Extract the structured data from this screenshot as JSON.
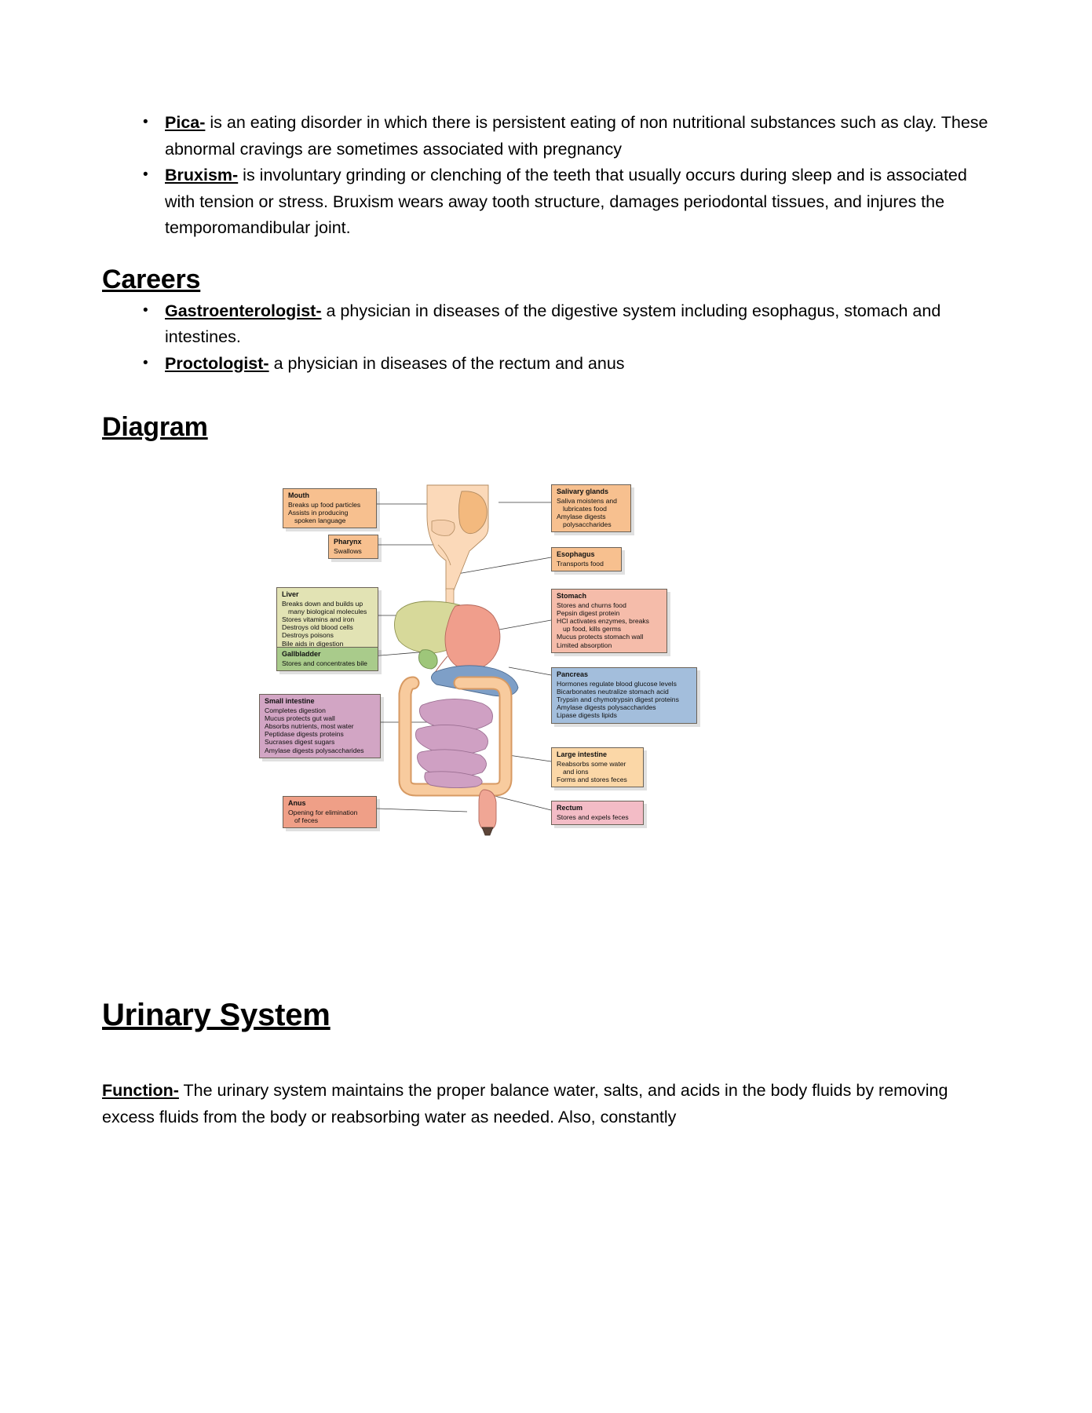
{
  "notes": {
    "bullets": [
      {
        "term": "Pica-",
        "text": " is an eating disorder in which there is persistent eating of non nutritional substances such as clay. These abnormal cravings are sometimes associated with pregnancy"
      },
      {
        "term": "Bruxism-",
        "text": " is involuntary grinding or clenching of the teeth that usually occurs during sleep and is associated with tension or stress. Bruxism wears away tooth structure, damages periodontal tissues, and injures the temporomandibular joint."
      }
    ]
  },
  "careers": {
    "heading": "Careers",
    "bullets": [
      {
        "term": "Gastroenterologist-",
        "text": " a physician in diseases of the digestive system including esophagus, stomach and intestines."
      },
      {
        "term": "Proctologist-",
        "text": " a physician in diseases of the rectum and anus"
      }
    ]
  },
  "diagram_section": {
    "heading": "Diagram"
  },
  "diagram": {
    "callouts": [
      {
        "id": "mouth",
        "title": "Mouth",
        "lines": [
          "Breaks up food particles",
          "Assists in producing",
          "spoken language"
        ],
        "indent": [
          false,
          false,
          true
        ],
        "color": "#f7c08f"
      },
      {
        "id": "salivary-glands",
        "title": "Salivary glands",
        "lines": [
          "Saliva moistens and",
          "lubricates food",
          "Amylase digests",
          "polysaccharides"
        ],
        "indent": [
          false,
          true,
          false,
          true
        ],
        "color": "#f7c08f"
      },
      {
        "id": "pharynx",
        "title": "Pharynx",
        "lines": [
          "Swallows"
        ],
        "indent": [
          false
        ],
        "color": "#f7c08f"
      },
      {
        "id": "esophagus",
        "title": "Esophagus",
        "lines": [
          "Transports food"
        ],
        "indent": [
          false
        ],
        "color": "#f7c08f"
      },
      {
        "id": "liver",
        "title": "Liver",
        "lines": [
          "Breaks down and builds up",
          "many biological molecules",
          "Stores vitamins and iron",
          "Destroys old blood cells",
          "Destroys poisons",
          "Bile aids in digestion"
        ],
        "indent": [
          false,
          true,
          false,
          false,
          false,
          false
        ],
        "color": "#e2e3b4"
      },
      {
        "id": "gallbladder",
        "title": "Gallbladder",
        "lines": [
          "Stores and concentrates bile"
        ],
        "indent": [
          false
        ],
        "color": "#a9cb8b"
      },
      {
        "id": "stomach",
        "title": "Stomach",
        "lines": [
          "Stores and churns food",
          "Pepsin digest protein",
          "HCl activates enzymes, breaks",
          "up food, kills germs",
          "Mucus protects stomach wall",
          "Limited absorption"
        ],
        "indent": [
          false,
          false,
          false,
          true,
          false,
          false
        ],
        "color": "#f5bcaa"
      },
      {
        "id": "pancreas",
        "title": "Pancreas",
        "lines": [
          "Hormones regulate blood glucose levels",
          "Bicarbonates neutralize stomach acid",
          "Trypsin and chymotrypsin digest proteins",
          "Amylase digests polysaccharides",
          "Lipase digests lipids"
        ],
        "indent": [
          false,
          false,
          false,
          false,
          false
        ],
        "color": "#a3bedc"
      },
      {
        "id": "small-intestine",
        "title": "Small intestine",
        "lines": [
          "Completes digestion",
          "Mucus protects gut wall",
          "Absorbs nutrients, most water",
          "Peptidase digests proteins",
          "Sucrases digest sugars",
          "Amylase digests polysaccharides"
        ],
        "indent": [
          false,
          false,
          false,
          false,
          false,
          false
        ],
        "color": "#d2a5c4"
      },
      {
        "id": "large-intestine",
        "title": "Large intestine",
        "lines": [
          "Reabsorbs some water",
          "and ions",
          "Forms and stores feces"
        ],
        "indent": [
          false,
          true,
          false
        ],
        "color": "#fbd7a7"
      },
      {
        "id": "anus",
        "title": "Anus",
        "lines": [
          "Opening for elimination",
          "of feces"
        ],
        "indent": [
          false,
          true
        ],
        "color": "#ef9f87"
      },
      {
        "id": "rectum",
        "title": "Rectum",
        "lines": [
          "Stores and expels feces"
        ],
        "indent": [
          false
        ],
        "color": "#f3bcc6"
      }
    ]
  },
  "urinary": {
    "heading": "Urinary System",
    "function_term": "Function-",
    "function_text": " The urinary system maintains the proper balance water, salts, and acids in the body fluids by removing excess fluids from the body or reabsorbing water as needed. Also, constantly"
  }
}
